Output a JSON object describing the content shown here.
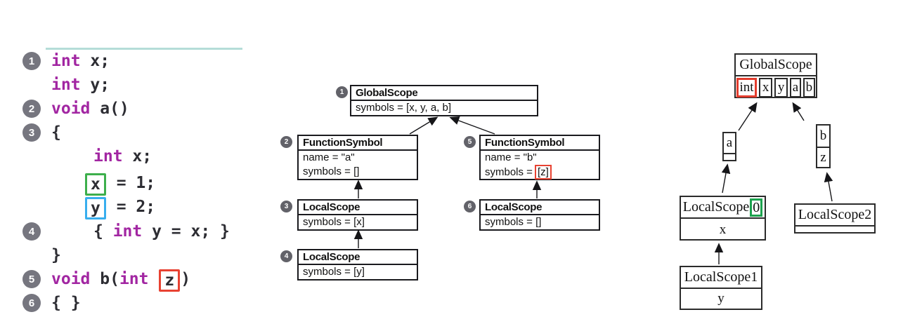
{
  "colors": {
    "keyword_purple": "#a226a2",
    "code_text": "#2d2d33",
    "green_box": "#3daf4c",
    "blue_box": "#38aeee",
    "red_box": "#e84232",
    "marker_gray": "#76767f",
    "badge_gray": "#626269",
    "teal_rule": "#b5ddd8"
  },
  "code": {
    "lines": [
      {
        "marker": "1",
        "tokens": [
          {
            "t": "int"
          },
          {
            "t": " x;"
          }
        ]
      },
      {
        "tokens": [
          {
            "t": "int"
          },
          {
            "t": " y;"
          }
        ]
      },
      {
        "marker": "2",
        "tokens": [
          {
            "t": "void"
          },
          {
            "t": " a()"
          }
        ]
      },
      {
        "marker": "3",
        "tokens": [
          {
            "t": "{"
          }
        ]
      },
      {
        "tokens": [
          {
            "t": "int"
          },
          {
            "t": " x;"
          }
        ]
      },
      {
        "boxed": "x",
        "box_color": "green",
        "tokens": [
          {
            "t": " = 1;"
          }
        ]
      },
      {
        "boxed": "y",
        "box_color": "blue",
        "tokens": [
          {
            "t": " = 2;"
          }
        ]
      },
      {
        "marker": "4",
        "tokens": [
          {
            "t": "{ "
          },
          {
            "t": "int"
          },
          {
            "t": " y = x; }"
          }
        ]
      },
      {
        "tokens": [
          {
            "t": "}"
          }
        ]
      },
      {
        "marker": "5",
        "tokens": [
          {
            "t": "void"
          },
          {
            "t": " b("
          },
          {
            "t": "int"
          },
          {
            "t": " "
          }
        ],
        "boxed": "z",
        "box_color": "red",
        "after": ")"
      },
      {
        "marker": "6",
        "tokens": [
          {
            "t": "{ }"
          }
        ]
      }
    ]
  },
  "middle": {
    "global": {
      "badge": "1",
      "title": "GlobalScope",
      "row1": "symbols = [x, y, a, b]"
    },
    "func_a": {
      "badge": "2",
      "title": "FunctionSymbol",
      "row1": "name = \"a\"",
      "row2": "symbols = []"
    },
    "func_b": {
      "badge": "5",
      "title": "FunctionSymbol",
      "row1": "name = \"b\"",
      "row2_pre": "symbols =",
      "row2_hl": "[z]"
    },
    "local_x": {
      "badge": "3",
      "title": "LocalScope",
      "row1": "symbols = [x]"
    },
    "local_empty": {
      "badge": "6",
      "title": "LocalScope",
      "row1": "symbols = []"
    },
    "local_y": {
      "badge": "4",
      "title": "LocalScope",
      "row1": "symbols = [y]"
    }
  },
  "right": {
    "global": {
      "title": "GlobalScope",
      "cells": {
        "c0": "int",
        "c1": "x",
        "c2": "y",
        "c3": "a",
        "c4": "b"
      }
    },
    "node_a": {
      "label": "a"
    },
    "node_b": {
      "label": "b",
      "child": "z"
    },
    "scope0": {
      "title_pre": "LocalScope",
      "title_hl": "0",
      "member": "x"
    },
    "scope1": {
      "title": "LocalScope1",
      "member": "y"
    },
    "scope2": {
      "title": "LocalScope2"
    }
  }
}
